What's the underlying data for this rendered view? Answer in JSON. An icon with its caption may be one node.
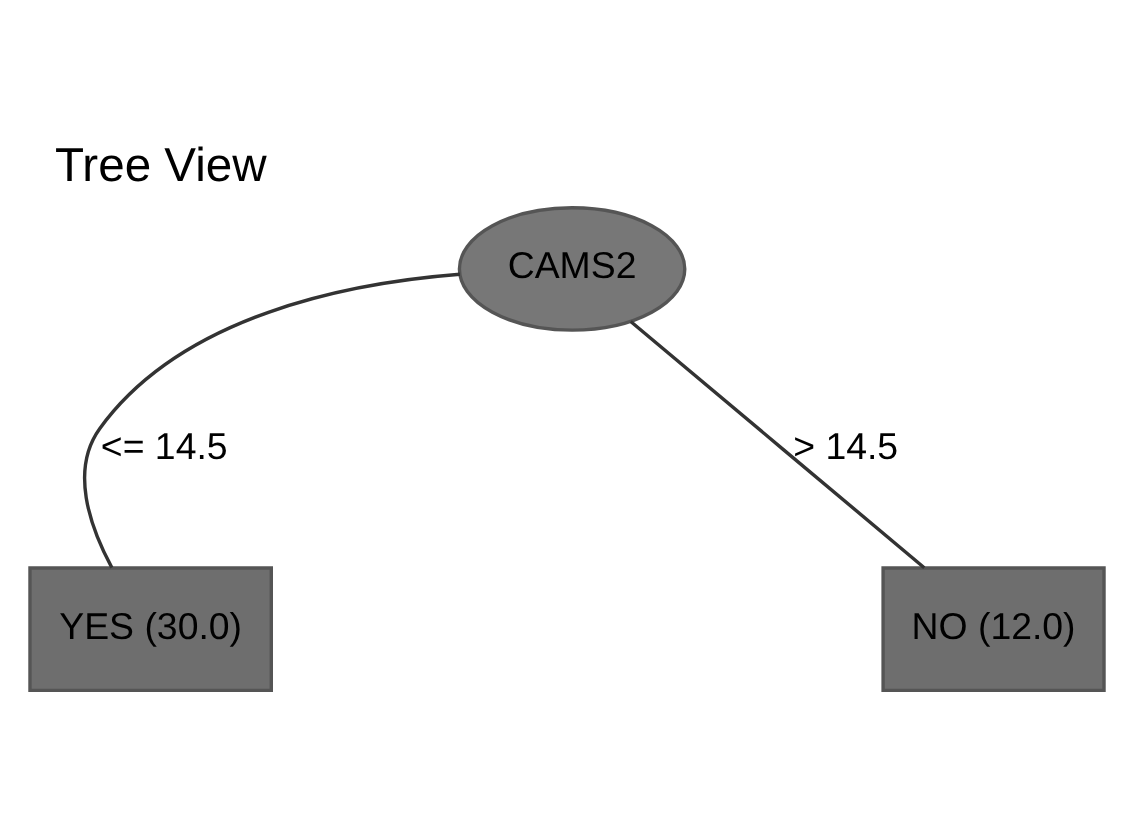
{
  "diagram": {
    "title": "Tree View",
    "nodes": [
      {
        "text": [
          "CAMS2"
        ]
      },
      {
        "text": [
          "YES (30.0)"
        ]
      },
      {
        "text": [
          "NO (12.0)"
        ]
      }
    ],
    "edges": [
      {
        "from": 0,
        "to": 1,
        "arrow": "none",
        "label": "<= 14.5"
      },
      {
        "from": 0,
        "to": 2,
        "arrow": "none",
        "label": "> 14.5"
      }
    ]
  }
}
